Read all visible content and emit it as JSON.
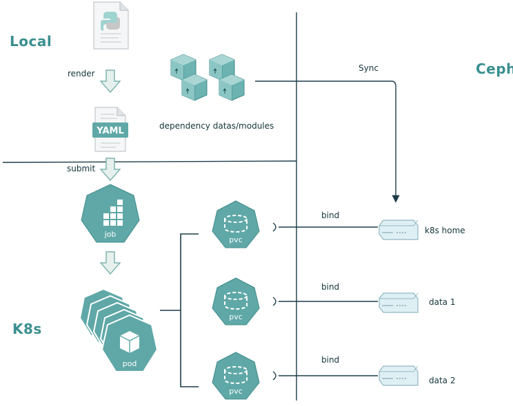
{
  "zones": {
    "local": "Local",
    "ceph": "Ceph",
    "k8s": "K8s"
  },
  "steps": {
    "render": "render",
    "submit": "submit",
    "sync": "Sync"
  },
  "yaml_label": "YAML",
  "dependency_label": "dependency datas/modules",
  "job_label": "job",
  "pod_label": "pod",
  "pvcs": [
    {
      "label": "pvc",
      "bind_label": "bind",
      "storage_label": "k8s home"
    },
    {
      "label": "pvc",
      "bind_label": "bind",
      "storage_label": "data 1"
    },
    {
      "label": "pvc",
      "bind_label": "bind",
      "storage_label": "data 2"
    }
  ],
  "colors": {
    "teal": "#5fa8a7",
    "teal_dark": "#3f8c8b",
    "zone_text": "#3a8f8f",
    "line": "#1c3b48",
    "storage_fill": "#dff0f4",
    "arrow_fill": "#e6f1ee"
  },
  "icons": [
    "python-file-icon",
    "yaml-file-icon",
    "box-icon",
    "job-icon",
    "pod-icon",
    "pvc-icon",
    "storage-server-icon",
    "down-arrow-icon"
  ]
}
